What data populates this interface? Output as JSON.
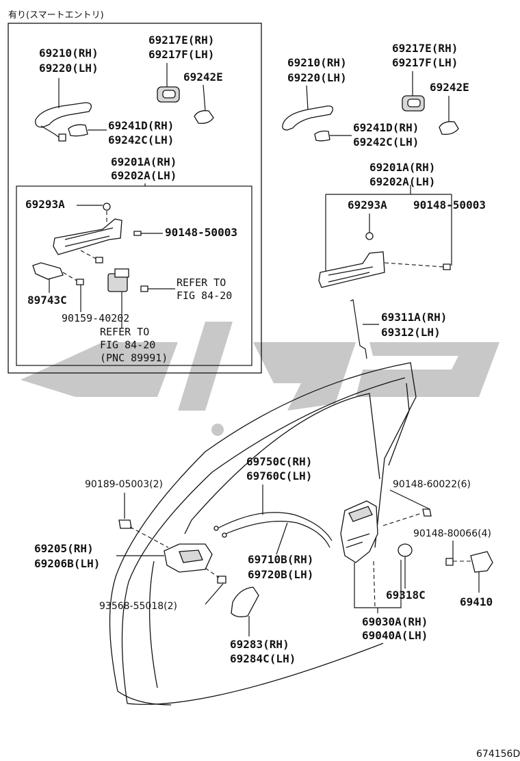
{
  "header_note": "有り(スマートエントリ)",
  "figure_code": "674156D",
  "labels": {
    "l1a": "69210(RH)",
    "l1b": "69220(LH)",
    "l2a": "69217E(RH)",
    "l2b": "69217F(LH)",
    "l3": "69242E",
    "l4a": "69241D(RH)",
    "l4b": "69242C(LH)",
    "l5a": "69201A(RH)",
    "l5b": "69202A(LH)",
    "l6": "69293A",
    "l7": "90148-50003",
    "l8": "89743C",
    "l9a": "REFER TO",
    "l9b": "FIG 84-20",
    "l10": "90159-40202",
    "l11a": "REFER TO",
    "l11b": "FIG 84-20",
    "l11c": "(PNC 89991)",
    "r1a": "69210(RH)",
    "r1b": "69220(LH)",
    "r2a": "69217E(RH)",
    "r2b": "69217F(LH)",
    "r3": "69242E",
    "r4a": "69241D(RH)",
    "r4b": "69242C(LH)",
    "r5a": "69201A(RH)",
    "r5b": "69202A(LH)",
    "r6": "69293A",
    "r7": "90148-50003",
    "r8a": "69311A(RH)",
    "r8b": "69312(LH)",
    "b1a": "69750C(RH)",
    "b1b": "69760C(LH)",
    "b2": "90189-05003(2)",
    "b3": "90148-60022(6)",
    "b4": "90148-80066(4)",
    "b5a": "69205(RH)",
    "b5b": "69206B(LH)",
    "b6a": "69710B(RH)",
    "b6b": "69720B(LH)",
    "b7": "69318C",
    "b8": "69410",
    "b9": "93568-55018(2)",
    "b10a": "69030A(RH)",
    "b10b": "69040A(LH)",
    "b11a": "69283(RH)",
    "b11b": "69284C(LH)"
  }
}
